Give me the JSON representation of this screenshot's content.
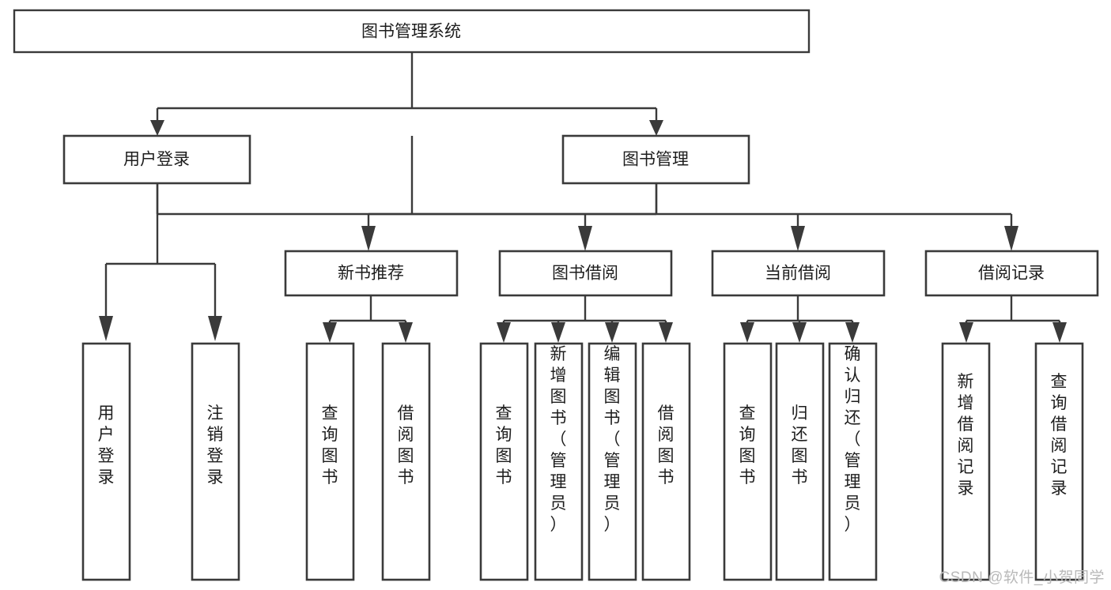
{
  "diagram": {
    "title": "图书管理系统",
    "type": "tree-structure-chart",
    "watermark": "CSDN @软件_小贺同学",
    "colors": {
      "box_stroke": "#3a3a3a",
      "box_fill": "#ffffff",
      "text": "#1d1d1d",
      "background": "#ffffff",
      "watermark": "#b9b9b9"
    },
    "root": {
      "label": "图书管理系统"
    },
    "level2": [
      {
        "label": "用户登录"
      },
      {
        "label": "图书管理"
      }
    ],
    "level3": [
      {
        "label": "新书推荐"
      },
      {
        "label": "图书借阅"
      },
      {
        "label": "当前借阅"
      },
      {
        "label": "借阅记录"
      }
    ],
    "leaves": {
      "user_login": [
        {
          "label": "用户登录"
        },
        {
          "label": "注销登录"
        }
      ],
      "new_book_recommend": [
        {
          "label": "查询图书"
        },
        {
          "label": "借阅图书"
        }
      ],
      "book_borrow": [
        {
          "label": "查询图书"
        },
        {
          "label": "新增图书（管理员）"
        },
        {
          "label": "编辑图书（管理员）"
        },
        {
          "label": "借阅图书"
        }
      ],
      "current_borrow": [
        {
          "label": "查询图书"
        },
        {
          "label": "归还图书"
        },
        {
          "label": "确认归还（管理员）"
        }
      ],
      "borrow_record": [
        {
          "label": "新增借阅记录"
        },
        {
          "label": "查询借阅记录"
        }
      ]
    }
  }
}
